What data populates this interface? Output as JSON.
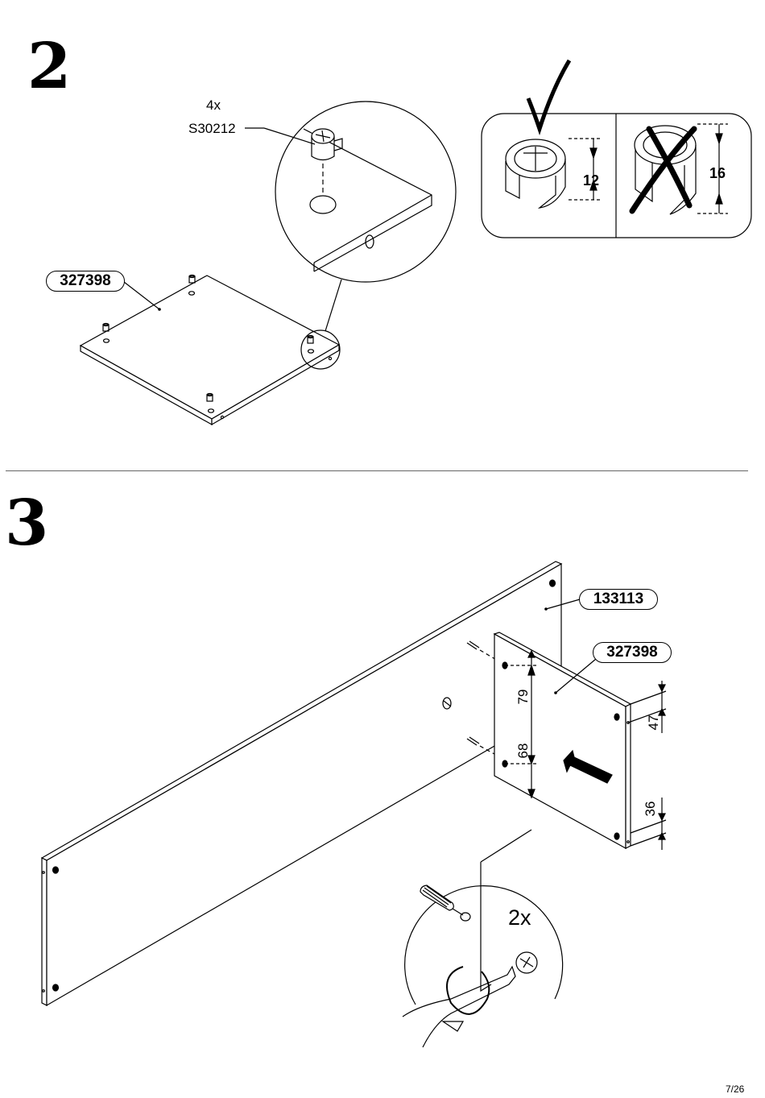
{
  "page_number": "7/26",
  "steps": [
    {
      "number": "2",
      "callout_qty": "4x",
      "callout_part": "S30212",
      "panel_label": "327398",
      "ok_dimension": "12",
      "wrong_dimension": "16",
      "icons": [
        "check-mark-icon",
        "cross-mark-icon",
        "cam-lock-icon"
      ]
    },
    {
      "number": "3",
      "back_panel_label": "133113",
      "side_panel_label": "327398",
      "dimensions": {
        "top_hole": "79",
        "bottom_hole": "68",
        "right_top": "47",
        "right_bottom": "36"
      },
      "screw_qty": "2x",
      "icons": [
        "arrow-icon",
        "screwdriver-icon",
        "dowel-icon",
        "screw-icon"
      ]
    }
  ]
}
